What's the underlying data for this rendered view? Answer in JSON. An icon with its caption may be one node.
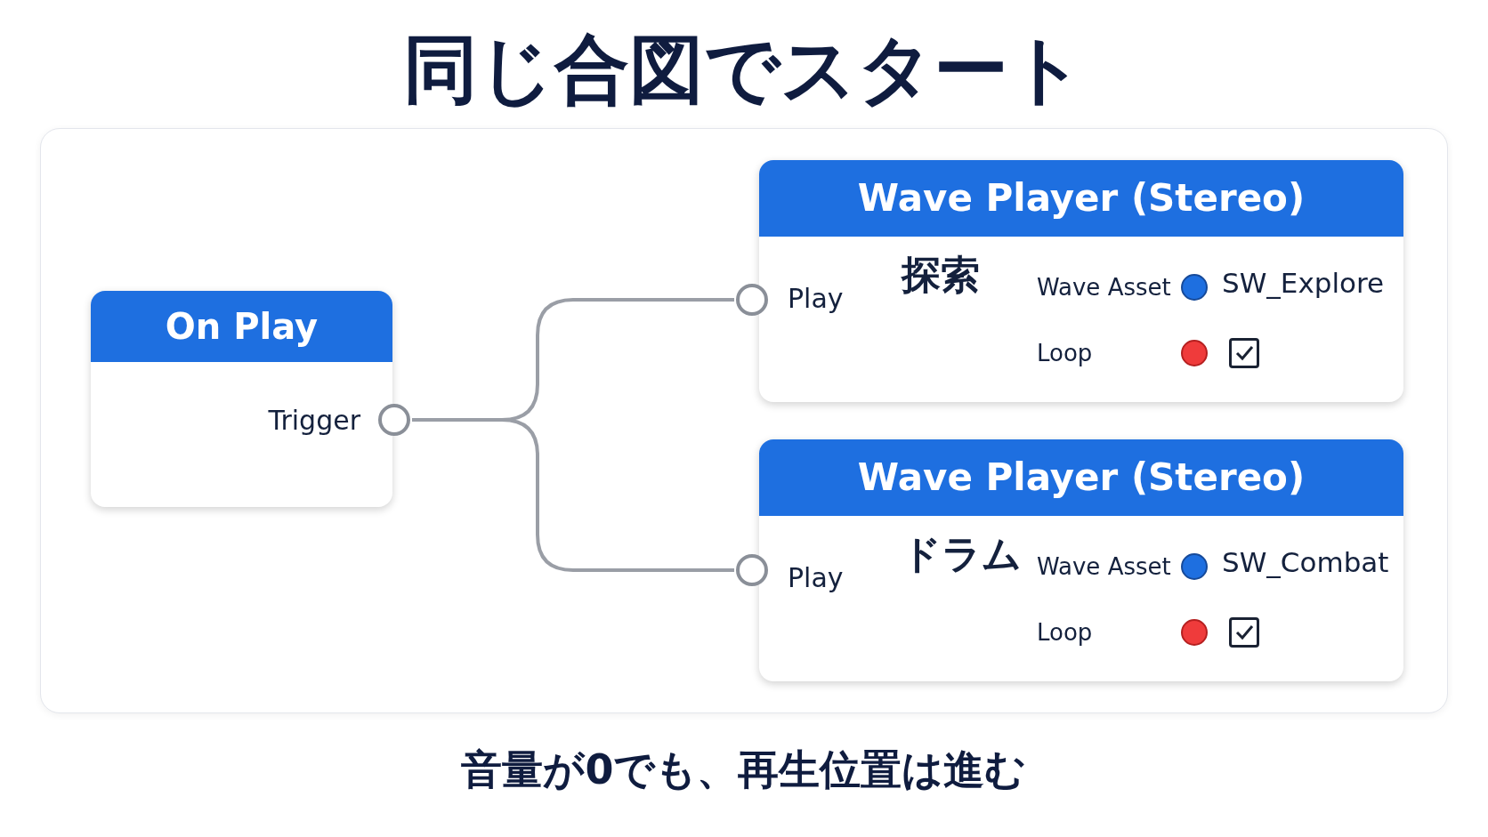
{
  "diagram": {
    "title": "同じ合図でスタート",
    "caption": "音量が0でも、再生位置は進む",
    "nodes": [
      {
        "text": [
          "On Play",
          "Trigger"
        ]
      },
      {
        "text": [],
        "shape": "circle"
      },
      {
        "text": [
          "Wave Player (Stereo)",
          "Play",
          "探索",
          "Wave Asset",
          "SW_Explore",
          "Loop"
        ]
      },
      {
        "text": [],
        "shape": "circle"
      },
      {
        "text": [
          "Wave Player (Stereo)",
          "Play",
          "ドラム",
          "Wave Asset",
          "SW_Combat",
          "Loop"
        ]
      },
      {
        "text": [],
        "shape": "circle"
      }
    ],
    "edges": [
      {
        "from": 1,
        "to": 3,
        "arrow": "none"
      },
      {
        "from": 1,
        "to": 5,
        "arrow": "none"
      }
    ]
  }
}
